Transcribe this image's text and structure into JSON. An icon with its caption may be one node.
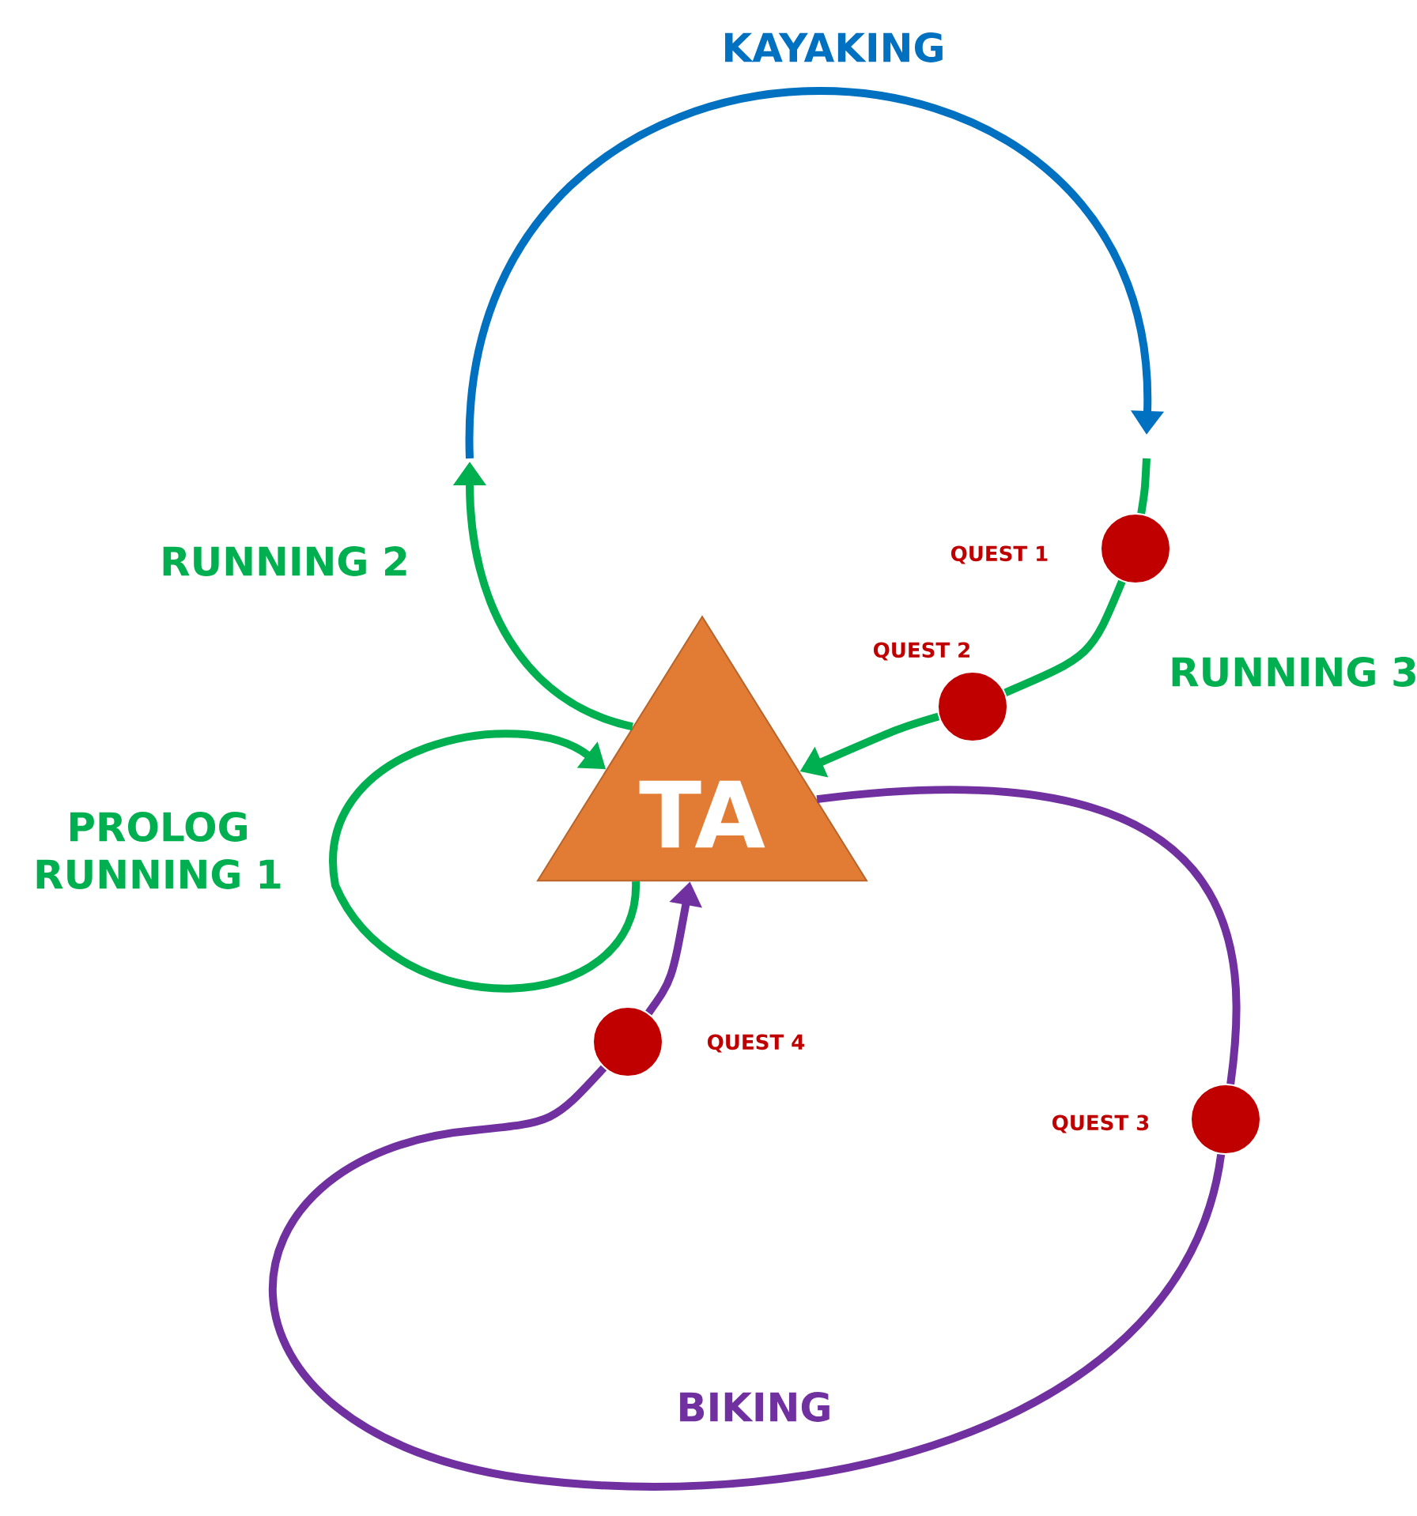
{
  "diagram": {
    "nodes": [
      {
        "text": [
          "TA"
        ]
      },
      {
        "text": [],
        "shape": "circle",
        "beside": [
          "QUEST 1"
        ]
      },
      {
        "text": [],
        "shape": "circle",
        "beside": [
          "QUEST 2"
        ]
      },
      {
        "text": [],
        "shape": "circle",
        "beside": [
          "QUEST 3"
        ]
      },
      {
        "text": [],
        "shape": "circle",
        "beside": [
          "QUEST 4"
        ]
      }
    ],
    "edges": [
      {
        "from": 0,
        "to": null,
        "arrow": "to",
        "label": "RUNNING 2"
      },
      {
        "from": null,
        "to": 1,
        "arrow": "none"
      },
      {
        "from": 1,
        "to": 2,
        "arrow": "none",
        "label": "RUNNING 3"
      },
      {
        "from": 2,
        "to": 0,
        "arrow": "to"
      },
      {
        "from": 0,
        "to": 0,
        "arrow": "to",
        "label": "PROLOG RUNNING 1"
      },
      {
        "from": 0,
        "to": 3,
        "arrow": "none",
        "color": "#7030a0"
      },
      {
        "from": 3,
        "to": 4,
        "arrow": "none",
        "label": "BIKING",
        "color": "#7030a0"
      },
      {
        "from": 4,
        "to": 0,
        "arrow": "to",
        "color": "#7030a0"
      }
    ],
    "labels": [
      "KAYAKING"
    ]
  }
}
